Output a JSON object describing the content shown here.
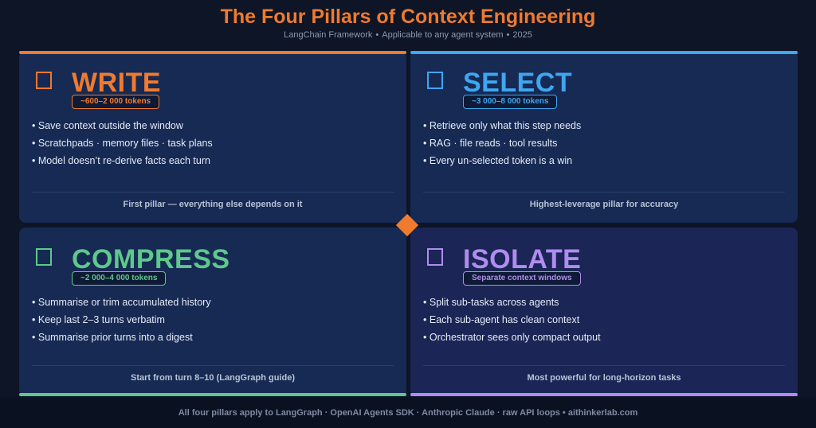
{
  "header": {
    "title": "The Four Pillars of Context Engineering",
    "subtitle_parts": [
      "LangChain Framework",
      "Applicable to any agent system",
      "2025"
    ],
    "separator": "•"
  },
  "pillars": [
    {
      "name": "WRITE",
      "color": "#f07a2e",
      "icon": "square-outline-icon",
      "tokens": "~600–2 000 tokens",
      "bullets": [
        "Save context outside the window",
        "Scratchpads · memory files · task plans",
        "Model doesn’t re-derive facts each turn"
      ],
      "footnote": "First pillar — everything else depends on it"
    },
    {
      "name": "SELECT",
      "color": "#3fa6f0",
      "icon": "square-outline-icon",
      "tokens": "~3 000–8 000 tokens",
      "bullets": [
        "Retrieve only what this step needs",
        "RAG · file reads · tool results",
        "Every un-selected token is a win"
      ],
      "footnote": "Highest-leverage pillar for accuracy"
    },
    {
      "name": "COMPRESS",
      "color": "#5ec98a",
      "icon": "square-outline-icon",
      "tokens": "~2 000–4 000 tokens",
      "bullets": [
        "Summarise or trim accumulated history",
        "Keep last 2–3 turns verbatim",
        "Summarise prior turns into a digest"
      ],
      "footnote": "Start from turn 8–10 (LangGraph guide)"
    },
    {
      "name": "ISOLATE",
      "color": "#b18cf0",
      "icon": "square-outline-icon",
      "tokens": "Separate context windows",
      "bullets": [
        "Split sub-tasks across agents",
        "Each sub-agent has clean context",
        "Orchestrator sees only compact output"
      ],
      "footnote": "Most powerful for long-horizon tasks"
    }
  ],
  "center_marker_color": "#f07a2e",
  "footer": {
    "text": "All four pillars apply to LangGraph · OpenAI Agents SDK · Anthropic Claude · raw API loops  •  aithinkerlab.com"
  }
}
